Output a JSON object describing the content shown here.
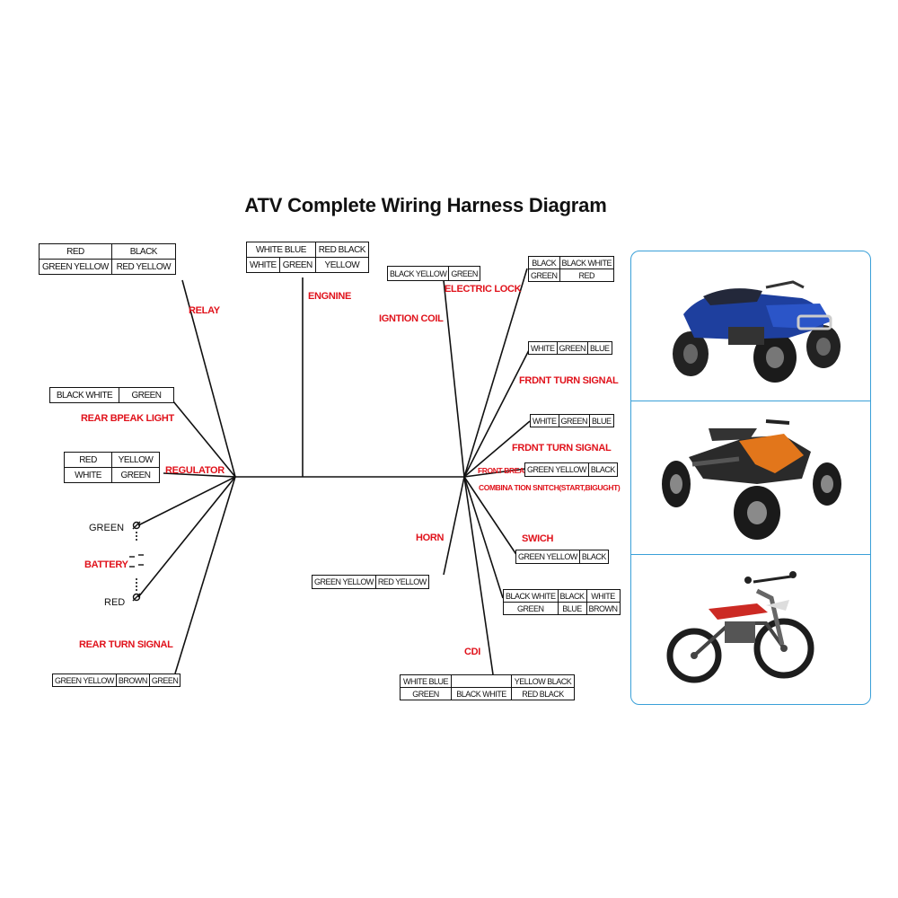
{
  "title": "ATV  Complete Wiring Harness Diagram",
  "colors": {
    "label": "#e0121b",
    "wire": "#111111",
    "frame": "#3aa0d8"
  },
  "connectors": {
    "relay": {
      "r1": [
        "RED",
        "BLACK"
      ],
      "r2": [
        "GREEN YELLOW",
        "RED YELLOW"
      ]
    },
    "engine": {
      "r1": [
        "WHITE BLUE",
        "RED BLACK"
      ],
      "r2": [
        "WHITE",
        "GREEN",
        "YELLOW"
      ]
    },
    "brake_light": {
      "r1": [
        "BLACK WHITE",
        "GREEN"
      ]
    },
    "regulator": {
      "r1": [
        "RED",
        "YELLOW"
      ],
      "r2": [
        "WHITE",
        "GREEN"
      ]
    },
    "rear_turn": {
      "r1": [
        "GREEN YELLOW",
        "BROWN",
        "GREEN"
      ]
    },
    "electric_lock": {
      "r1": [
        "BLACK YELLOW",
        "GREEN"
      ]
    },
    "ignition": {
      "r1": [
        "BLACK",
        "BLACK WHITE"
      ],
      "r2": [
        "GREEN",
        "RED"
      ]
    },
    "front_turn_1": {
      "r1": [
        "WHITE",
        "GREEN",
        "BLUE"
      ]
    },
    "front_turn_2": {
      "r1": [
        "WHITE",
        "GREEN",
        "BLUE"
      ]
    },
    "front_brake": {
      "r1": [
        "GREEN YELLOW",
        "BLACK"
      ]
    },
    "switch": {
      "r1": [
        "GREEN YELLOW",
        "BLACK"
      ]
    },
    "combination": {
      "r1": [
        "BLACK WHITE",
        "BLACK",
        "WHITE"
      ],
      "r2": [
        "GREEN",
        "BLUE",
        "BROWN"
      ]
    },
    "horn": {
      "r1": [
        "GREEN YELLOW",
        "RED YELLOW"
      ]
    },
    "cdi": {
      "r1": [
        "WHITE BLUE",
        "",
        "YELLOW BLACK"
      ],
      "r2": [
        "GREEN",
        "BLACK WHITE",
        "RED BLACK"
      ]
    }
  },
  "labels": {
    "relay": "RELAY",
    "engine": "ENGNINE",
    "electric_lock": "ELECTRIC LOCK",
    "ignition": "IGNTION COIL",
    "front_turn_1": "FRDNT TURN SIGNAL",
    "front_turn_2": "FRDNT TURN SIGNAL",
    "brake_light": "REAR BPEAK LIGHT",
    "regulator": "REGULATOR",
    "front_brake": "FRONT BREAKE",
    "combination": "COMBINA TION SNITCH(START,BIGUGHT)",
    "battery": "BATTERY",
    "horn": "HORN",
    "switch": "SWICH",
    "rear_turn": "REAR TURN SIGNAL",
    "cdi": "CDI",
    "battery_pos": "GREEN",
    "battery_neg": "RED"
  }
}
